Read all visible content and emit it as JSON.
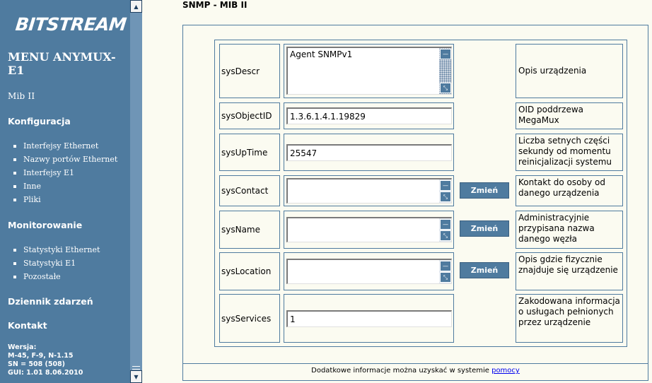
{
  "sidebar": {
    "logo": "BITSTREAM",
    "menu_title": "MENU ANYMUX-E1",
    "mib_link": "Mib II",
    "konfiguracja": "Konfiguracja",
    "konfiguracja_items": [
      "Interfejsy Ethernet",
      "Nazwy portów Ethernet",
      "Interfejsy E1",
      "Inne",
      "Pliki"
    ],
    "monitorowanie": "Monitorowanie",
    "monitorowanie_items": [
      "Statystyki Ethernet",
      "Statystyki E1",
      "Pozostałe"
    ],
    "dziennik": "Dziennik zdarzeń",
    "kontakt": "Kontakt",
    "version_lines": [
      "Wersja:",
      "M-45, F-9, N-1.15",
      "SN = 508 (508)",
      "GUI: 1.01 8.06.2010"
    ]
  },
  "page": {
    "title": "SNMP - MIB II"
  },
  "rows": [
    {
      "label": "sysDescr",
      "value": "Agent SNMPv1",
      "description": "Opis urządzenia",
      "button": ""
    },
    {
      "label": "sysObjectID",
      "value": "1.3.6.1.4.1.19829",
      "description": "OID poddrzewa MegaMux",
      "button": ""
    },
    {
      "label": "sysUpTime",
      "value": "25547",
      "description": "Liczba setnych części sekundy od momentu reinicjalizacji systemu",
      "button": ""
    },
    {
      "label": "sysContact",
      "value": "",
      "description": "Kontakt do osoby od danego urządzenia",
      "button": "Zmień"
    },
    {
      "label": "sysName",
      "value": "",
      "description": "Administracyjnie przypisana nazwa danego węzła",
      "button": "Zmień"
    },
    {
      "label": "sysLocation",
      "value": "",
      "description": "Opis gdzie fizycznie znajduje się urządzenie",
      "button": "Zmień"
    },
    {
      "label": "sysServices",
      "value": "1",
      "description": "Zakodowana informacja o usługach pełnionych przez urządzenie",
      "button": ""
    }
  ],
  "footer": {
    "text": "Dodatkowe informacje można uzyskać w systemie ",
    "link": "pomocy"
  },
  "colors": {
    "sidebar_bg": "#4f7b9f",
    "page_bg": "#fbfbf1",
    "button_bg": "#4f7b9f"
  }
}
